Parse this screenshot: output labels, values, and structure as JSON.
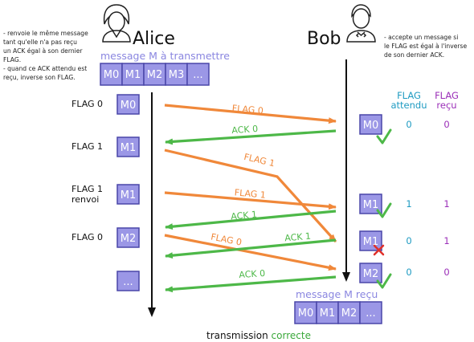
{
  "alice": {
    "name": "Alice",
    "notes": [
      "- renvoie le même message",
      "tant qu'elle n'a pas reçu",
      "un ACK égal à son dernier",
      "FLAG.",
      "- quand ce ACK attendu est",
      "reçu, inverse son FLAG."
    ],
    "queue_title": "message M à transmettre",
    "queue": [
      "M0",
      "M1",
      "M2",
      "M3",
      "..."
    ],
    "rows": [
      {
        "flag_label": "FLAG 0",
        "extra": "",
        "message": "M0"
      },
      {
        "flag_label": "FLAG 1",
        "extra": "",
        "message": "M1"
      },
      {
        "flag_label": "FLAG 1",
        "extra": "renvoi",
        "message": "M1"
      },
      {
        "flag_label": "FLAG 0",
        "extra": "",
        "message": "M2"
      },
      {
        "flag_label": "",
        "extra": "",
        "message": "..."
      }
    ]
  },
  "bob": {
    "name": "Bob",
    "notes": [
      "- accepte un message si",
      "le FLAG est égal à l'inverse",
      "de son dernier ACK."
    ],
    "col_expected": [
      "FLAG",
      "attendu"
    ],
    "col_received": [
      "FLAG",
      "reçu"
    ],
    "rows": [
      {
        "message": "M0",
        "expected": "0",
        "received": "0",
        "status": "accepted"
      },
      {
        "message": "M1",
        "expected": "1",
        "received": "1",
        "status": "accepted"
      },
      {
        "message": "M1",
        "expected": "0",
        "received": "1",
        "status": "rejected"
      },
      {
        "message": "M2",
        "expected": "0",
        "received": "0",
        "status": "accepted"
      }
    ],
    "received_title": "message M reçu",
    "received": [
      "M0",
      "M1",
      "M2",
      "..."
    ]
  },
  "arrows": [
    {
      "label": "FLAG 0",
      "kind": "flag"
    },
    {
      "label": "ACK 0",
      "kind": "ack"
    },
    {
      "label": "FLAG 1",
      "kind": "flag"
    },
    {
      "label": "FLAG 1",
      "kind": "flag"
    },
    {
      "label": "ACK 1",
      "kind": "ack"
    },
    {
      "label": "FLAG 0",
      "kind": "flag"
    },
    {
      "label": "ACK 1",
      "kind": "ack"
    },
    {
      "label": "ACK 0",
      "kind": "ack"
    }
  ],
  "caption": {
    "prefix": "transmission",
    "emphasis": "correcte"
  },
  "colors": {
    "flag_arrow": "#f0883a",
    "ack_arrow": "#4db848",
    "box_fill": "#9b97e6",
    "box_stroke": "#4a47a8",
    "accent_purple": "#8a86e0",
    "expected_teal": "#1f9bc2",
    "received_purple": "#9b2fb8",
    "check_green": "#4db848",
    "cross_red": "#e0302a",
    "correct_green": "#3aa83a"
  }
}
